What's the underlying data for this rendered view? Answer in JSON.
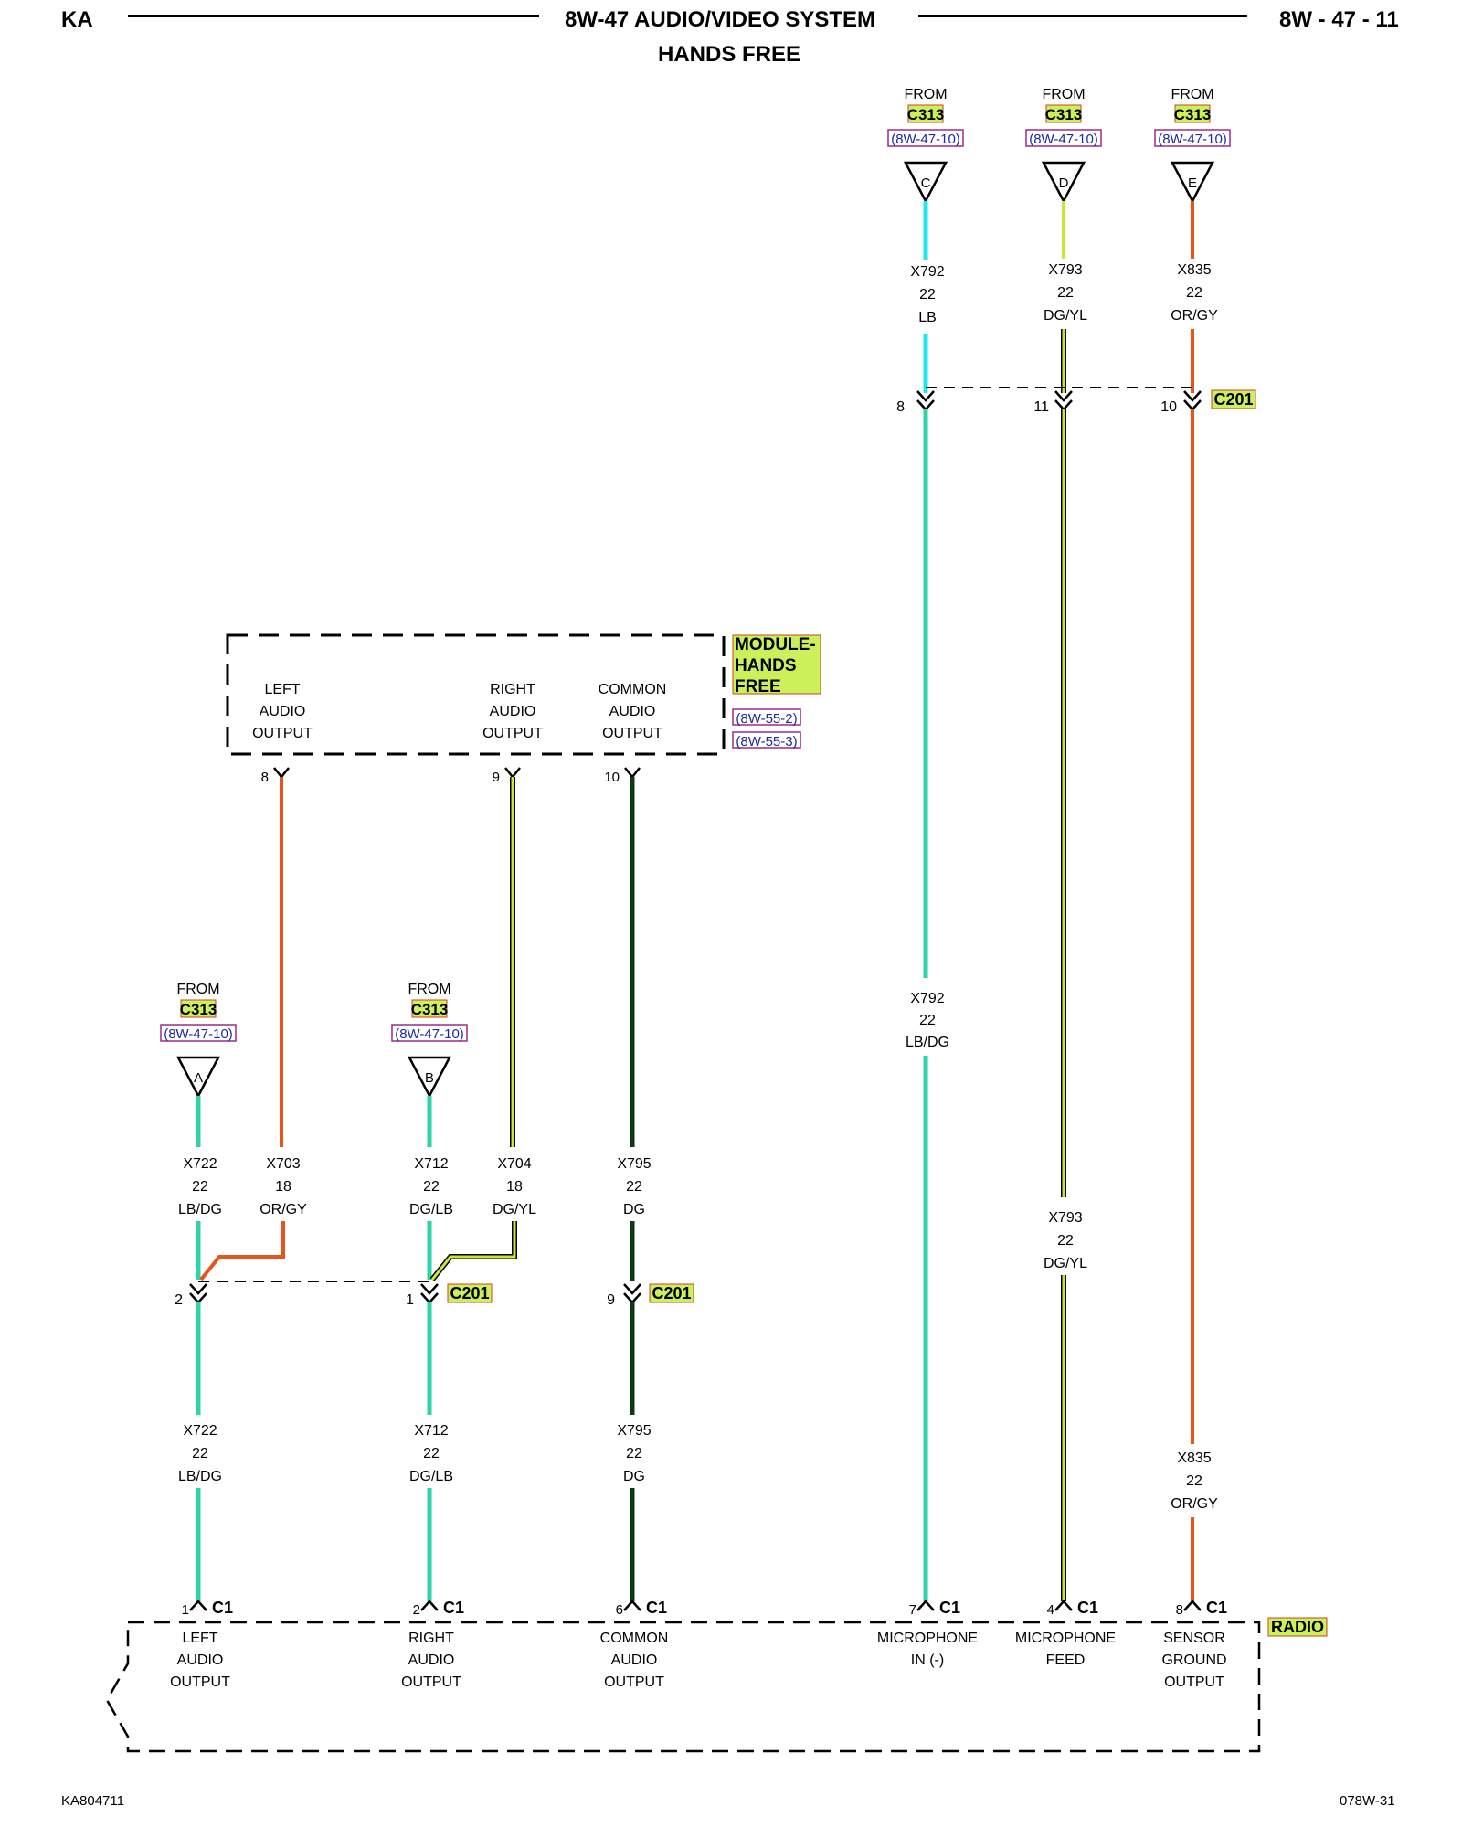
{
  "header": {
    "left_code": "KA",
    "title": "8W-47 AUDIO/VIDEO SYSTEM",
    "subtitle": "HANDS FREE",
    "page_number": "8W - 47 - 11"
  },
  "footer": {
    "left_code": "KA804711",
    "right_code": "078W-31"
  },
  "colors": {
    "LB": "#1fe6f0",
    "LB/DG": "#2ed3a8",
    "DG/LB": "#2ed3a8",
    "DG/YL": "#c8e632",
    "OR/GY": "#e8551c",
    "DG": "#0d3a12",
    "connector_highlight": "#ccf05a",
    "ref_box": "#9b2a8a",
    "ref_text": "#1a2aa0"
  },
  "from_connectors": [
    {
      "id": "C",
      "from_label": "FROM",
      "connector": "C313",
      "ref": "(8W-47-10)"
    },
    {
      "id": "D",
      "from_label": "FROM",
      "connector": "C313",
      "ref": "(8W-47-10)"
    },
    {
      "id": "E",
      "from_label": "FROM",
      "connector": "C313",
      "ref": "(8W-47-10)"
    },
    {
      "id": "A",
      "from_label": "FROM",
      "connector": "C313",
      "ref": "(8W-47-10)"
    },
    {
      "id": "B",
      "from_label": "FROM",
      "connector": "C313",
      "ref": "(8W-47-10)"
    }
  ],
  "wire_labels": [
    {
      "circuit": "X792",
      "gauge": "22",
      "color": "LB"
    },
    {
      "circuit": "X793",
      "gauge": "22",
      "color": "DG/YL"
    },
    {
      "circuit": "X835",
      "gauge": "22",
      "color": "OR/GY"
    },
    {
      "circuit": "X792",
      "gauge": "22",
      "color": "LB/DG"
    },
    {
      "circuit": "X722",
      "gauge": "22",
      "color": "LB/DG"
    },
    {
      "circuit": "X703",
      "gauge": "18",
      "color": "OR/GY"
    },
    {
      "circuit": "X712",
      "gauge": "22",
      "color": "DG/LB"
    },
    {
      "circuit": "X704",
      "gauge": "18",
      "color": "DG/YL"
    },
    {
      "circuit": "X795",
      "gauge": "22",
      "color": "DG"
    },
    {
      "circuit": "X793",
      "gauge": "22",
      "color": "DG/YL"
    },
    {
      "circuit": "X722",
      "gauge": "22",
      "color": "LB/DG"
    },
    {
      "circuit": "X712",
      "gauge": "22",
      "color": "DG/LB"
    },
    {
      "circuit": "X795",
      "gauge": "22",
      "color": "DG"
    },
    {
      "circuit": "X835",
      "gauge": "22",
      "color": "OR/GY"
    }
  ],
  "c201_upper": {
    "connector": "C201",
    "pins": [
      "8",
      "11",
      "10"
    ]
  },
  "c201_lower": {
    "connector": "C201",
    "pins": [
      "2",
      "1",
      "9"
    ],
    "connector_2": "C201"
  },
  "module": {
    "name_line1": "MODULE-",
    "name_line2": "HANDS",
    "name_line3": "FREE",
    "refs": [
      "(8W-55-2)",
      "(8W-55-3)"
    ],
    "outputs": [
      {
        "lines": [
          "LEFT",
          "AUDIO",
          "OUTPUT"
        ],
        "pin": "8"
      },
      {
        "lines": [
          "RIGHT",
          "AUDIO",
          "OUTPUT"
        ],
        "pin": "9"
      },
      {
        "lines": [
          "COMMON",
          "AUDIO",
          "OUTPUT"
        ],
        "pin": "10"
      }
    ]
  },
  "radio": {
    "name": "RADIO",
    "pins": [
      {
        "pin": "1",
        "connector": "C1",
        "lines": [
          "LEFT",
          "AUDIO",
          "OUTPUT"
        ]
      },
      {
        "pin": "2",
        "connector": "C1",
        "lines": [
          "RIGHT",
          "AUDIO",
          "OUTPUT"
        ]
      },
      {
        "pin": "6",
        "connector": "C1",
        "lines": [
          "COMMON",
          "AUDIO",
          "OUTPUT"
        ]
      },
      {
        "pin": "7",
        "connector": "C1",
        "lines": [
          "MICROPHONE",
          "IN (-)"
        ]
      },
      {
        "pin": "4",
        "connector": "C1",
        "lines": [
          "MICROPHONE",
          "FEED"
        ]
      },
      {
        "pin": "8",
        "connector": "C1",
        "lines": [
          "SENSOR",
          "GROUND",
          "OUTPUT"
        ]
      }
    ]
  }
}
